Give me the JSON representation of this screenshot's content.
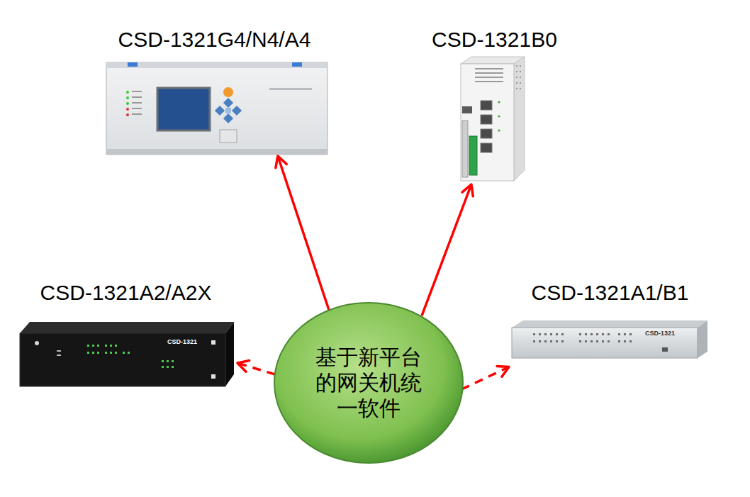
{
  "diagram": {
    "nodes": [
      {
        "text": [
          "CSD-1321G4/N4/A4"
        ]
      },
      {
        "text": [
          "CSD-1321B0"
        ]
      },
      {
        "text": [
          "CSD-1321A2/A2X"
        ]
      },
      {
        "text": [
          "基于新平台 的网关机统 一软件"
        ]
      },
      {
        "text": [
          "CSD-1321A1/B1"
        ]
      }
    ],
    "edges": [
      {
        "from": 3,
        "to": 0,
        "arrow": "to"
      },
      {
        "from": 3,
        "to": 1,
        "arrow": "to"
      },
      {
        "from": 3,
        "to": 2,
        "arrow": "to"
      },
      {
        "from": 3,
        "to": 4,
        "arrow": "to"
      }
    ],
    "labels": [
      "CSD-1321",
      "CSD-1321"
    ]
  }
}
